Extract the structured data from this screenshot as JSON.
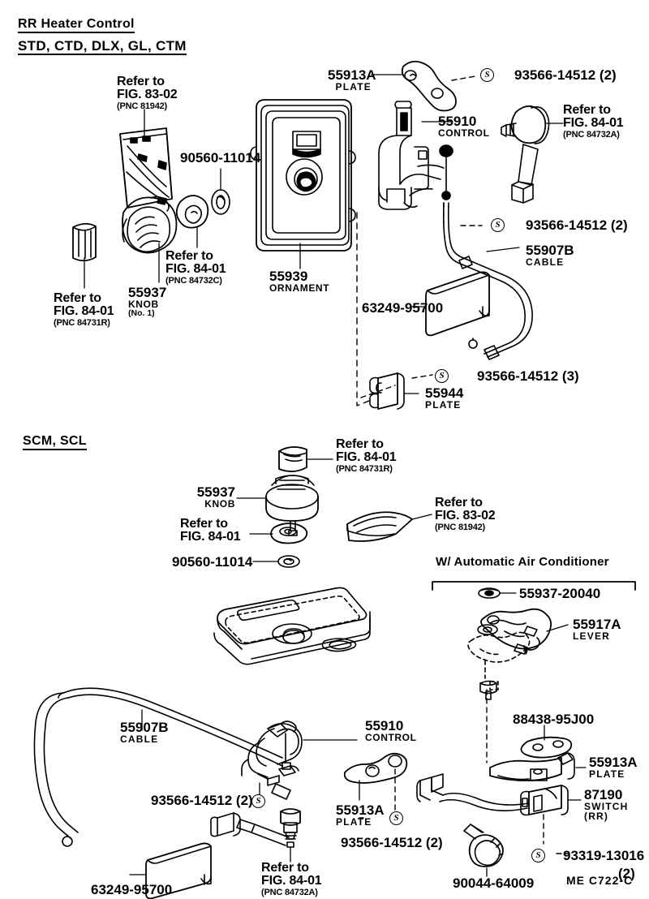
{
  "sheet": {
    "title": "RR Heater Control",
    "footer_code": "ME  C722-C"
  },
  "sections": [
    {
      "id": "std",
      "heading": "STD, CTD, DLX, GL, CTM"
    },
    {
      "id": "scm",
      "heading": "SCM, SCL"
    },
    {
      "id": "aac",
      "heading": "W/ Automatic Air Conditioner"
    }
  ],
  "icons": {
    "screw_marker": "S",
    "screw_marker_name": "screw-circle-icon"
  },
  "labels": {
    "std": {
      "ref_8302_l1": "Refer to",
      "ref_8302_l2": "FIG. 83-02",
      "ref_8302_pnc": "(PNC 81942)",
      "pn_90560": "90560-11014",
      "ref_84731r_l1": "Refer to",
      "ref_84731r_l2": "FIG. 84-01",
      "ref_84731r_pnc": "(PNC 84731R)",
      "pn_55937": "55937",
      "pn_55937_sub": "KNOB",
      "pn_55937_sub2": "(No. 1)",
      "ref_84732c_l1": "Refer to",
      "ref_84732c_l2": "FIG. 84-01",
      "ref_84732c_pnc": "(PNC 84732C)",
      "pn_55939": "55939",
      "pn_55939_sub": "ORNAMENT",
      "pn_55913a": "55913A",
      "pn_55913a_sub": "PLATE",
      "pn_93566_a": "93566-14512 (2)",
      "pn_55910": "55910",
      "pn_55910_sub": "CONTROL",
      "ref_84732a_l1": "Refer to",
      "ref_84732a_l2": "FIG. 84-01",
      "ref_84732a_pnc": "(PNC 84732A)",
      "pn_93566_b": "93566-14512 (2)",
      "pn_55907b": "55907B",
      "pn_55907b_sub": "CABLE",
      "pn_63249": "63249-95700",
      "pn_93566_c": "93566-14512 (3)",
      "pn_55944": "55944",
      "pn_55944_sub": "PLATE"
    },
    "scm": {
      "ref_84731r_l1": "Refer to",
      "ref_84731r_l2": "FIG. 84-01",
      "ref_84731r_pnc": "(PNC 84731R)",
      "pn_55937": "55937",
      "pn_55937_sub": "KNOB",
      "ref_8401_l1": "Refer to",
      "ref_8401_l2": "FIG. 84-01",
      "ref_8302_l1": "Refer to",
      "ref_8302_l2": "FIG. 83-02",
      "ref_8302_pnc": "(PNC 81942)",
      "pn_90560": "90560-11014",
      "pn_55907b": "55907B",
      "pn_55907b_sub": "CABLE",
      "pn_93566_a": "93566-14512 (2)",
      "pn_55910": "55910",
      "pn_55910_sub": "CONTROL",
      "pn_55913a": "55913A",
      "pn_55913a_sub": "PLATE",
      "pn_93566_b": "93566-14512 (2)",
      "pn_63249": "63249-95700",
      "ref_84732a_l1": "Refer to",
      "ref_84732a_l2": "FIG. 84-01",
      "ref_84732a_pnc": "(PNC 84732A)"
    },
    "aac": {
      "pn_55937_20040": "55937-20040",
      "pn_55917a": "55917A",
      "pn_55917a_sub": "LEVER",
      "pn_88438": "88438-95J00",
      "pn_55913a": "55913A",
      "pn_55913a_sub": "PLATE",
      "pn_87190": "87190",
      "pn_87190_sub": "SWITCH",
      "pn_87190_sub2": "(RR)",
      "pn_93319": "93319-13016",
      "pn_93319_qty": "(2)",
      "pn_90044": "90044-64009"
    }
  }
}
